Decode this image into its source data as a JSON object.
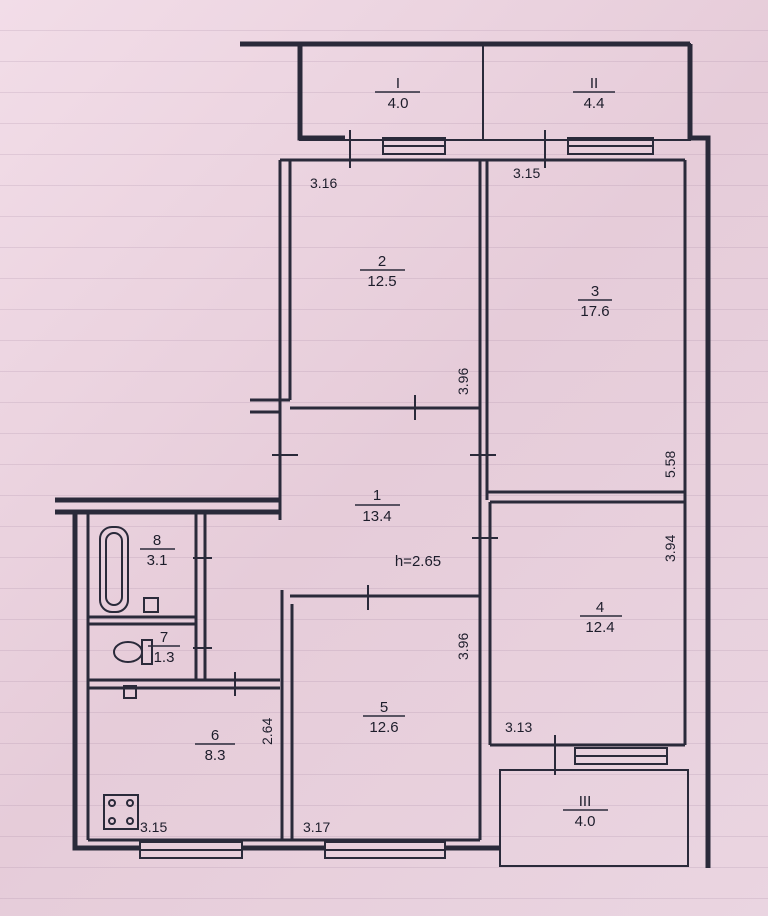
{
  "plan": {
    "ceiling_height": "h=2.65",
    "rooms": [
      {
        "id": "room-1",
        "number": "1",
        "area": "13.4"
      },
      {
        "id": "room-2",
        "number": "2",
        "area": "12.5"
      },
      {
        "id": "room-3",
        "number": "3",
        "area": "17.6"
      },
      {
        "id": "room-4",
        "number": "4",
        "area": "12.4"
      },
      {
        "id": "room-5",
        "number": "5",
        "area": "12.6"
      },
      {
        "id": "room-6",
        "number": "6",
        "area": "8.3"
      },
      {
        "id": "room-7",
        "number": "7",
        "area": "1.3"
      },
      {
        "id": "room-8",
        "number": "8",
        "area": "3.1"
      }
    ],
    "balconies": [
      {
        "id": "balcony-I",
        "number": "I",
        "area": "4.0"
      },
      {
        "id": "balcony-II",
        "number": "II",
        "area": "4.4"
      },
      {
        "id": "balcony-III",
        "number": "III",
        "area": "4.0"
      }
    ],
    "dimensions": {
      "room2_width": "3.16",
      "room3_width": "3.15",
      "room2_depth": "3.96",
      "room3_depth": "5.58",
      "room4_depth": "3.94",
      "room5_depth": "3.96",
      "room4_width": "3.13",
      "room6_depth": "2.64",
      "room6_width": "3.15",
      "room5_width": "3.17"
    }
  }
}
